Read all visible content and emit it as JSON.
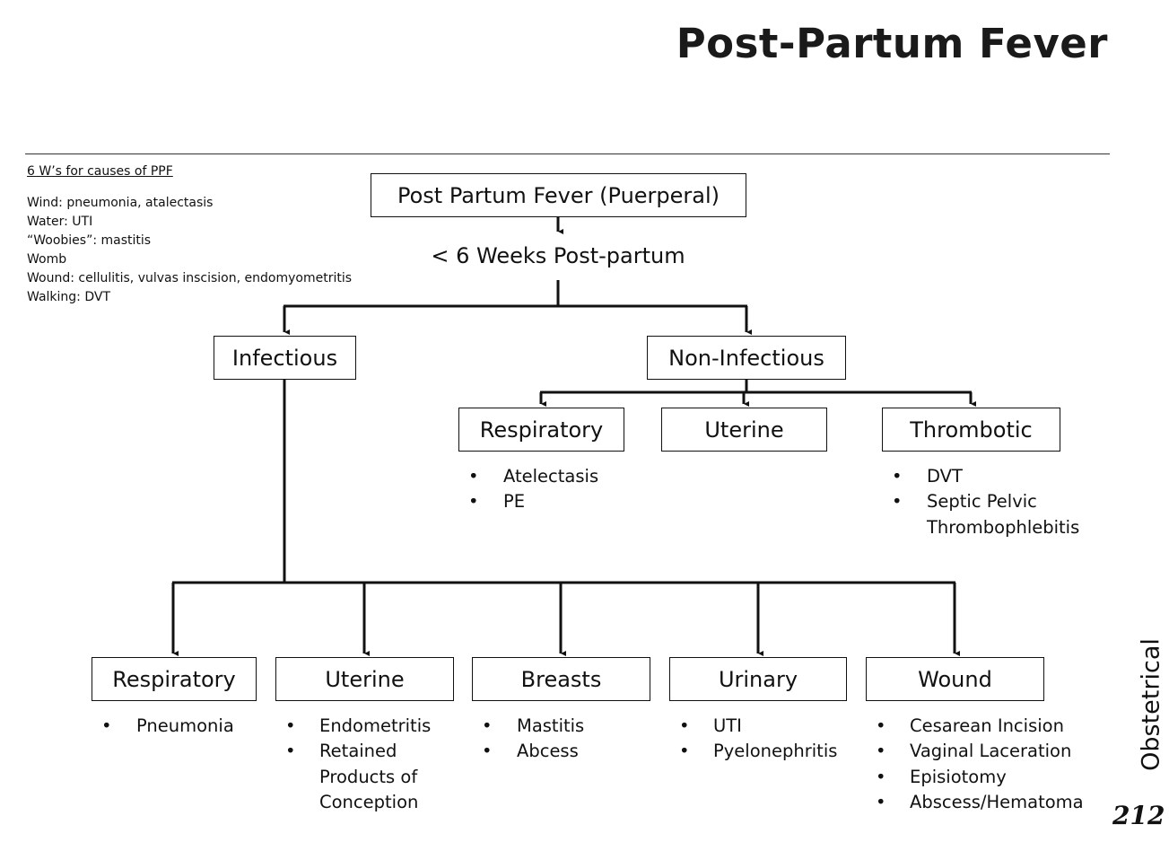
{
  "title": "Post-Partum Fever",
  "notes": {
    "heading": "6 W’s for causes of PPF",
    "lines": [
      "Wind: pneumonia, atalectasis",
      "Water: UTI",
      "“Woobies”: mastitis",
      "Womb",
      "Wound: cellulitis, vulvas inscision, endomyometritis",
      "Walking: DVT"
    ]
  },
  "diagram": {
    "root": "Post Partum Fever (Puerperal)",
    "timeframe": "< 6 Weeks Post-partum",
    "infectious": {
      "label": "Infectious",
      "children": [
        {
          "label": "Respiratory",
          "items": [
            "Pneumonia"
          ]
        },
        {
          "label": "Uterine",
          "items": [
            "Endometritis",
            "Retained\nProducts of\nConception"
          ]
        },
        {
          "label": "Breasts",
          "items": [
            "Mastitis",
            "Abcess"
          ]
        },
        {
          "label": "Urinary",
          "items": [
            "UTI",
            "Pyelonephritis"
          ]
        },
        {
          "label": "Wound",
          "items": [
            "Cesarean Incision",
            "Vaginal Laceration",
            "Episiotomy",
            "Abscess/Hematoma"
          ]
        }
      ]
    },
    "non_infectious": {
      "label": "Non-Infectious",
      "children": [
        {
          "label": "Respiratory",
          "items": [
            "Atelectasis",
            "PE"
          ]
        },
        {
          "label": "Uterine",
          "items": []
        },
        {
          "label": "Thrombotic",
          "items": [
            "DVT",
            "Septic Pelvic\nThrombophlebitis"
          ]
        }
      ]
    },
    "bullet": "•"
  },
  "side_label": "Obstetrical",
  "page_number": "212"
}
